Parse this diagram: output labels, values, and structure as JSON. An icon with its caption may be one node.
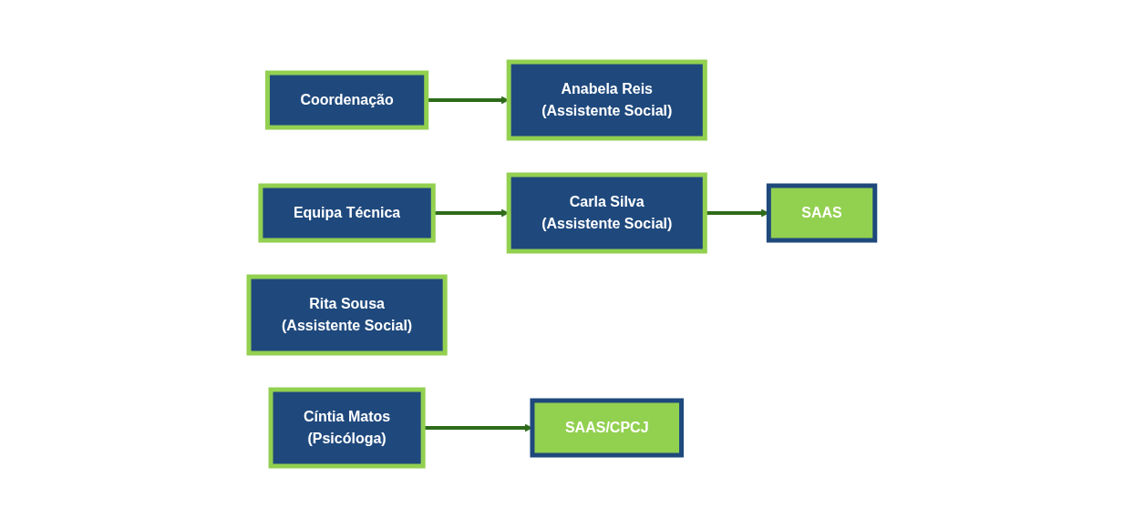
{
  "diagram": {
    "nodes": [
      {
        "text": [
          "Coordenação"
        ]
      },
      {
        "text": [
          "Anabela Reis",
          "(Assistente Social)"
        ]
      },
      {
        "text": [
          "Equipa Técnica"
        ]
      },
      {
        "text": [
          "Carla Silva",
          "(Assistente Social)"
        ]
      },
      {
        "text": [
          "Rita Sousa",
          "(Assistente Social)"
        ]
      },
      {
        "text": [
          "Cíntia Matos",
          "(Psicóloga)"
        ]
      },
      {
        "text": [
          "SAAS"
        ]
      },
      {
        "text": [
          "SAAS/CPCJ"
        ]
      }
    ],
    "edges": [
      {
        "from": 0,
        "to": 1,
        "arrow": "to"
      },
      {
        "from": 2,
        "to": 3,
        "arrow": "to"
      },
      {
        "from": 3,
        "to": 6,
        "arrow": "to"
      },
      {
        "from": 5,
        "to": 7,
        "arrow": "to"
      }
    ]
  }
}
